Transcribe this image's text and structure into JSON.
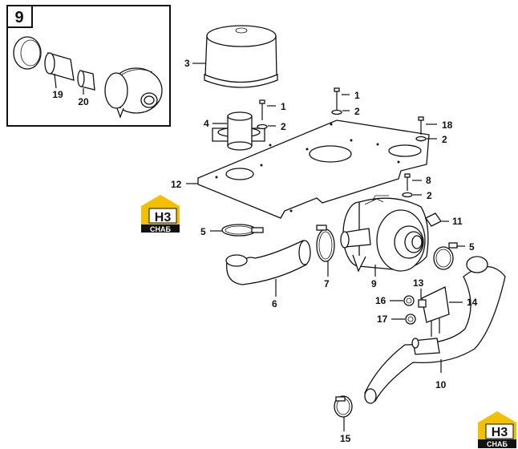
{
  "inset": {
    "number": "9",
    "callouts": [
      "19",
      "20"
    ]
  },
  "callouts": {
    "c1a": "1",
    "c1b": "1",
    "c2a": "2",
    "c2b": "2",
    "c2c": "2",
    "c2d": "2",
    "c3": "3",
    "c4": "4",
    "c5a": "5",
    "c5b": "5",
    "c6": "6",
    "c7": "7",
    "c8": "8",
    "c9": "9",
    "c10": "10",
    "c11": "11",
    "c12": "12",
    "c13": "13",
    "c14": "14",
    "c15": "15",
    "c16": "16",
    "c17": "17",
    "c18": "18"
  },
  "logo": {
    "top": "H3",
    "bottom": "СНАБ",
    "color": "#f3c000"
  }
}
